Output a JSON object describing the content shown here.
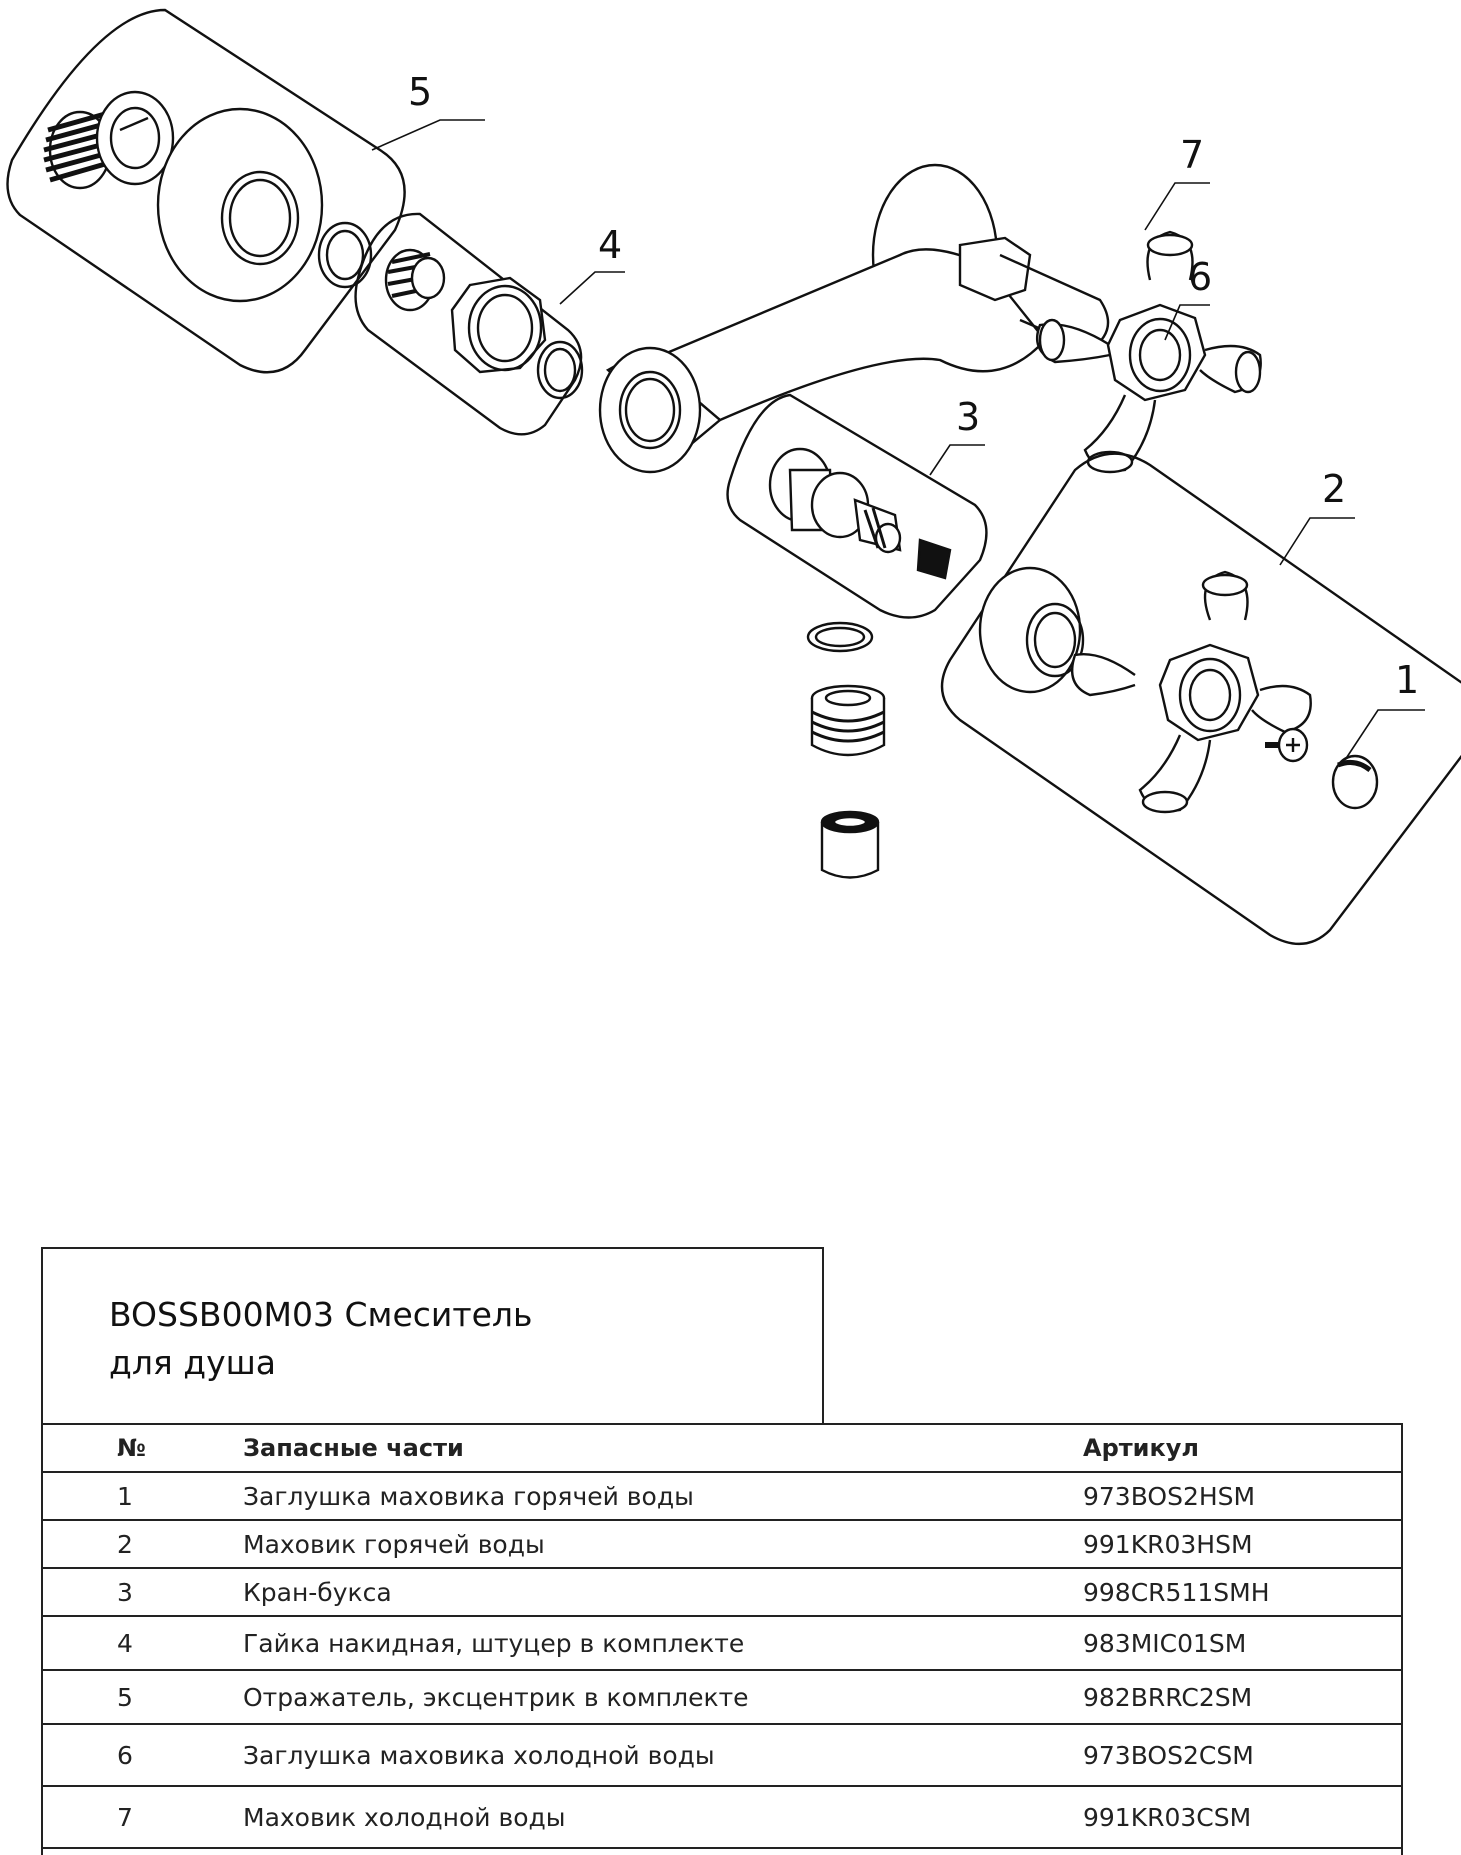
{
  "diagram": {
    "callouts": [
      "1",
      "2",
      "3",
      "4",
      "5",
      "6",
      "7"
    ]
  },
  "title": {
    "line1": "BOSSB00M03 Смеситель",
    "line2": "для душа"
  },
  "table": {
    "headers": {
      "no": "№",
      "name": "Запасные части",
      "article": "Артикул"
    },
    "rows": [
      {
        "no": "1",
        "name": "Заглушка маховика горячей воды",
        "article": "973BOS2HSM"
      },
      {
        "no": "2",
        "name": "Маховик горячей воды",
        "article": "991KR03HSM"
      },
      {
        "no": "3",
        "name": "Кран-букса",
        "article": "998CR511SMH"
      },
      {
        "no": "4",
        "name": "Гайка накидная, штуцер в комплекте",
        "article": "983MIC01SM"
      },
      {
        "no": "5",
        "name": "Отражатель, эксцентрик в комплекте",
        "article": "982BRRC2SM"
      },
      {
        "no": "6",
        "name": "Заглушка маховика холодной воды",
        "article": "973BOS2CSM"
      },
      {
        "no": "7",
        "name": "Маховик холодной воды",
        "article": "991KR03CSM"
      }
    ]
  }
}
